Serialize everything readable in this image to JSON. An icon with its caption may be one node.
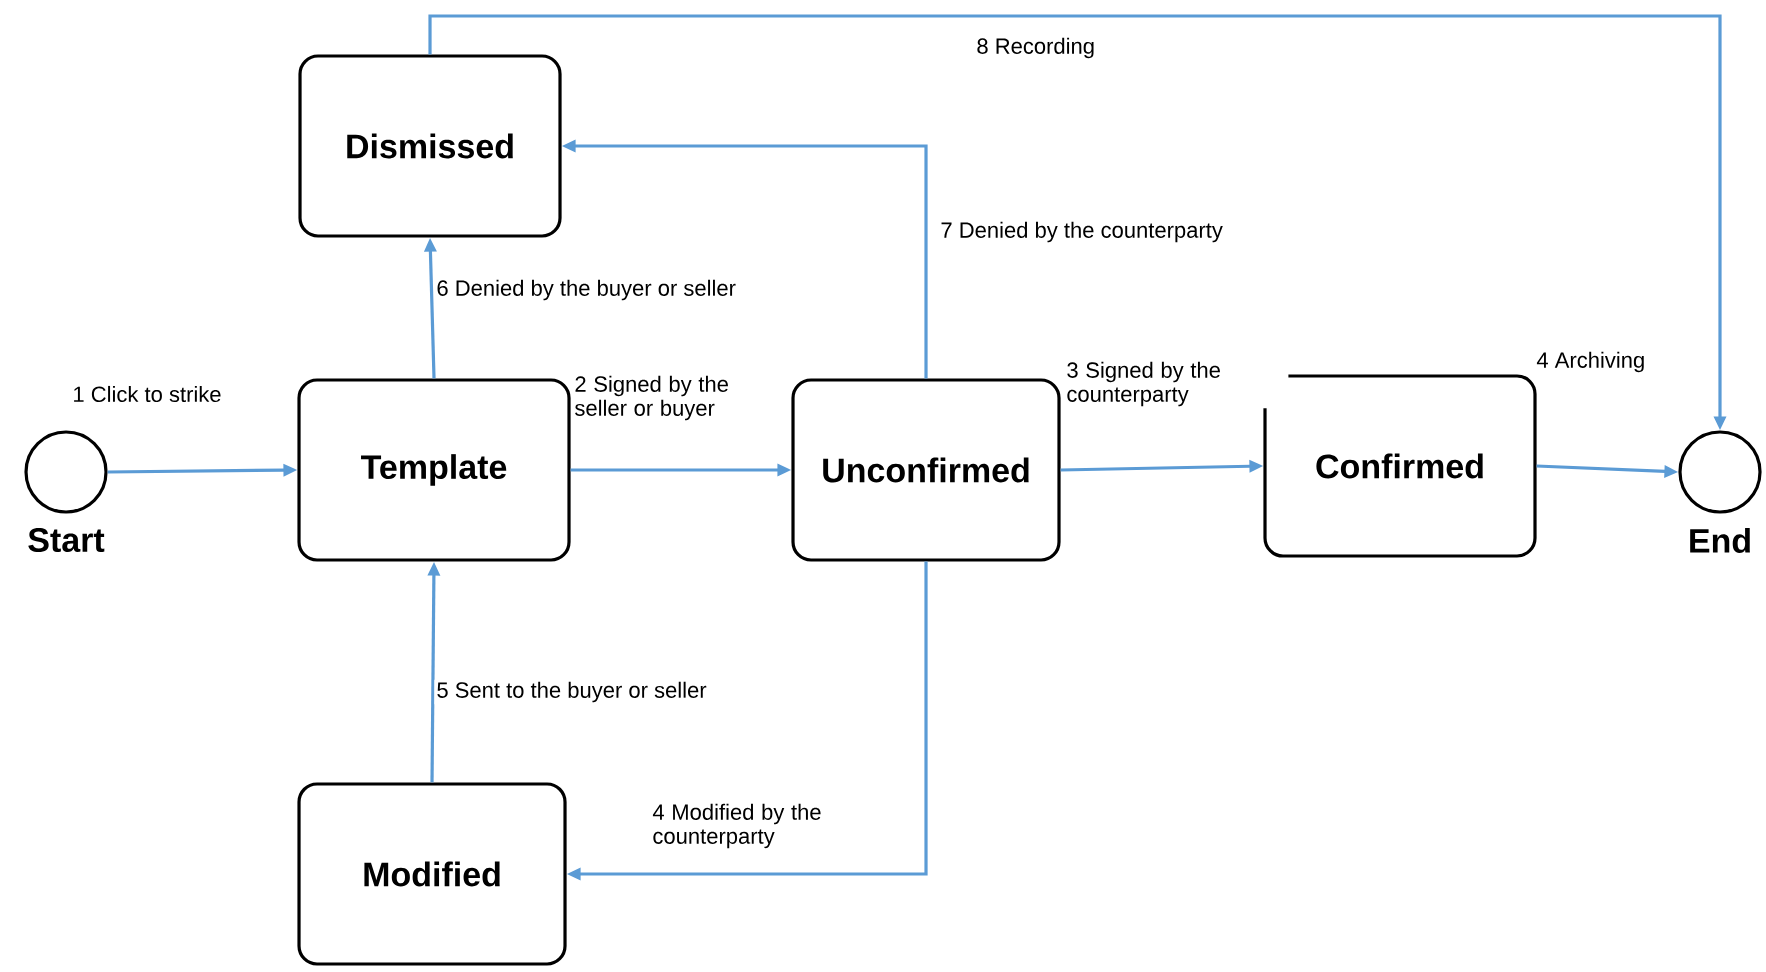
{
  "diagram": {
    "nodes": [
      {
        "text": [],
        "shape": "circle",
        "beside": [
          "Start"
        ]
      },
      {
        "text": [
          "Dismissed"
        ]
      },
      {
        "text": [
          "Template"
        ]
      },
      {
        "text": [
          "Unconfirmed"
        ]
      },
      {
        "text": [
          "Confirmed"
        ]
      },
      {
        "text": [],
        "shape": "circle",
        "beside": [
          "End"
        ]
      },
      {
        "text": [
          "Modified"
        ]
      }
    ],
    "edges": [
      {
        "from": 0,
        "to": 2,
        "arrow": "to",
        "label": "1 Click to strike"
      },
      {
        "from": 2,
        "to": 3,
        "arrow": "to",
        "label": "2 Signed by the seller or buyer"
      },
      {
        "from": 3,
        "to": 4,
        "arrow": "to",
        "label": "3 Signed by the counterparty"
      },
      {
        "from": 4,
        "to": 5,
        "arrow": "to",
        "label": "4 Archiving"
      },
      {
        "from": 3,
        "to": 6,
        "arrow": "to",
        "label": "4 Modified by the counterparty"
      },
      {
        "from": 6,
        "to": 2,
        "arrow": "to",
        "label": "5 Sent to the buyer or seller"
      },
      {
        "from": 2,
        "to": 1,
        "arrow": "to",
        "label": "6 Denied by the buyer or seller"
      },
      {
        "from": 3,
        "to": 1,
        "arrow": "to",
        "label": "7 Denied by the counterparty"
      },
      {
        "from": 1,
        "to": 5,
        "arrow": "to",
        "label": "8 Recording"
      }
    ]
  }
}
